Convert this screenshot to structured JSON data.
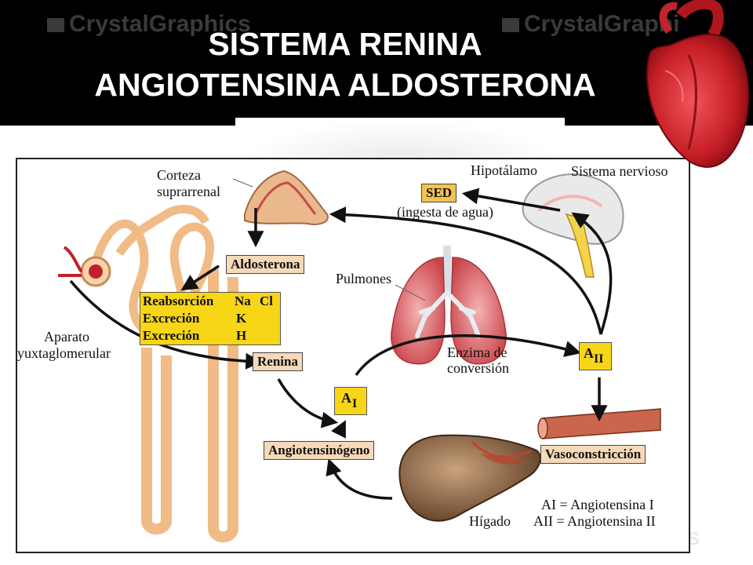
{
  "header": {
    "title_line1": "SISTEMA RENINA",
    "title_line2": "ANGIOTENSINA ALDOSTERONA",
    "watermark_left": "CrystalGraphics",
    "watermark_right": "CrystalGraphi",
    "watermark_bottom": "ics"
  },
  "diagram": {
    "corteza_1": "Corteza",
    "corteza_2": "suprarrenal",
    "hipotalamo": "Hipotálamo",
    "sistema_nervioso": "Sistema nervioso",
    "sed": "SED",
    "ingesta": "(ingesta de agua)",
    "aldosterona": "Aldosterona",
    "pulmones": "Pulmones",
    "reab_1": "Reabsorción",
    "reab_1b": "Na",
    "reab_1c": "Cl",
    "reab_2": "Excreción",
    "reab_2b": "K",
    "reab_3": "Excreción",
    "reab_3b": "H",
    "aparato_1": "Aparato",
    "aparato_2": "yuxtaglomerular",
    "renina": "Renina",
    "enzima_1": "Enzima de",
    "enzima_2": "conversión",
    "aii_letter": "A",
    "aii_sub": "II",
    "ai_letter": "A",
    "ai_sub": "I",
    "vasoconstriccion": "Vasoconstricción",
    "angiotensinogeno": "Angiotensinógeno",
    "higado": "Hígado",
    "legend_1": "AI = Angiotensina I",
    "legend_2": "AII = Angiotensina II"
  },
  "colors": {
    "header_bg": "#000000",
    "yellow_box": "#f7d617",
    "peach_box": "#f5d9b8",
    "kidney": "#f0bb86",
    "heart": "#d8262b"
  },
  "icons": [
    "heart-illustration",
    "adrenal-gland-illustration",
    "brain-illustration",
    "lungs-illustration",
    "liver-illustration",
    "nephron-illustration",
    "blood-vessel-illustration"
  ]
}
